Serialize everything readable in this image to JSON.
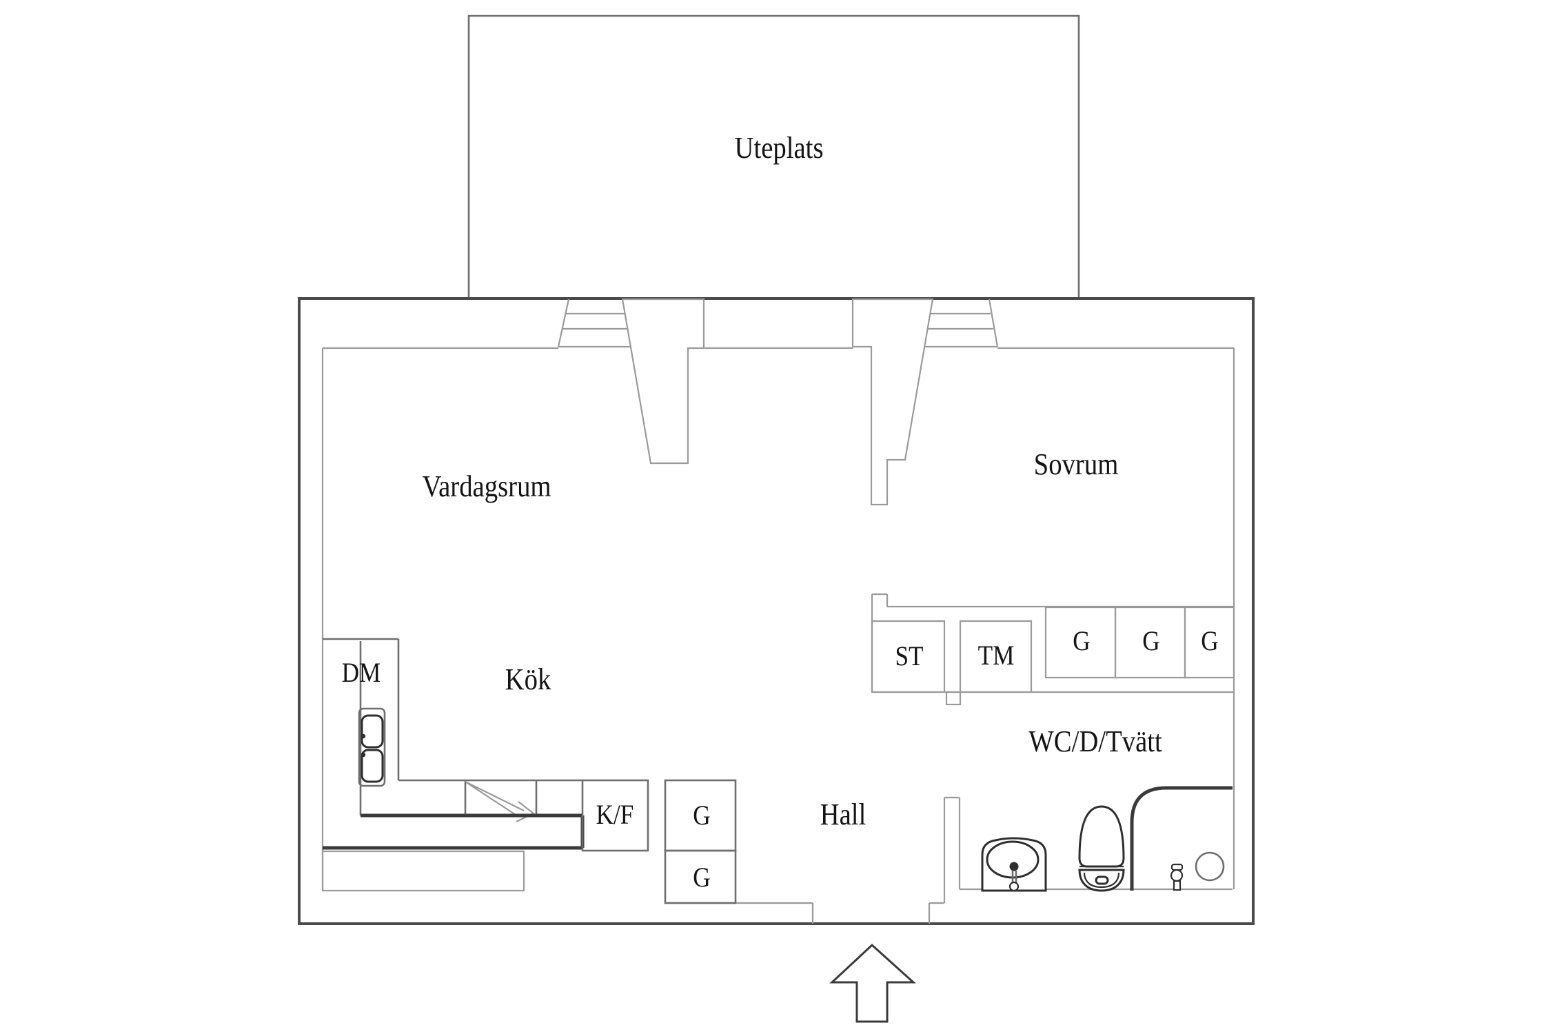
{
  "floorplan": {
    "rooms": {
      "uteplats": "Uteplats",
      "vardagsrum": "Vardagsrum",
      "sovrum": "Sovrum",
      "kok": "Kök",
      "hall": "Hall",
      "wc": "WC/D/Tvätt"
    },
    "fixtures": {
      "dm": "DM",
      "kf": "K/F",
      "st": "ST",
      "tm": "TM",
      "g_sovrum_1": "G",
      "g_sovrum_2": "G",
      "g_sovrum_3": "G",
      "g_hall_1": "G",
      "g_hall_2": "G"
    },
    "icons": {
      "entrance-arrow-icon": "up-arrow outline marking entrance door",
      "patio-steps-icon": "three-tread outdoor steps at each patio door",
      "patio-door-icon": "open door leaf drawn in perspective",
      "sink-icon": "double-bowl kitchen sink",
      "stove-icon": "cooktop with extractor wedge",
      "washbasin-icon": "oval basin with tap",
      "toilet-icon": "toilet seen from above",
      "shower-icon": "curved shower screen with drain and mixer"
    },
    "colors": {
      "background": "#ffffff",
      "outer_wall": "#4a4a4a",
      "interior_line": "#9a9a9a",
      "fixture_line": "#2e2e2e",
      "text": "#141414"
    }
  }
}
